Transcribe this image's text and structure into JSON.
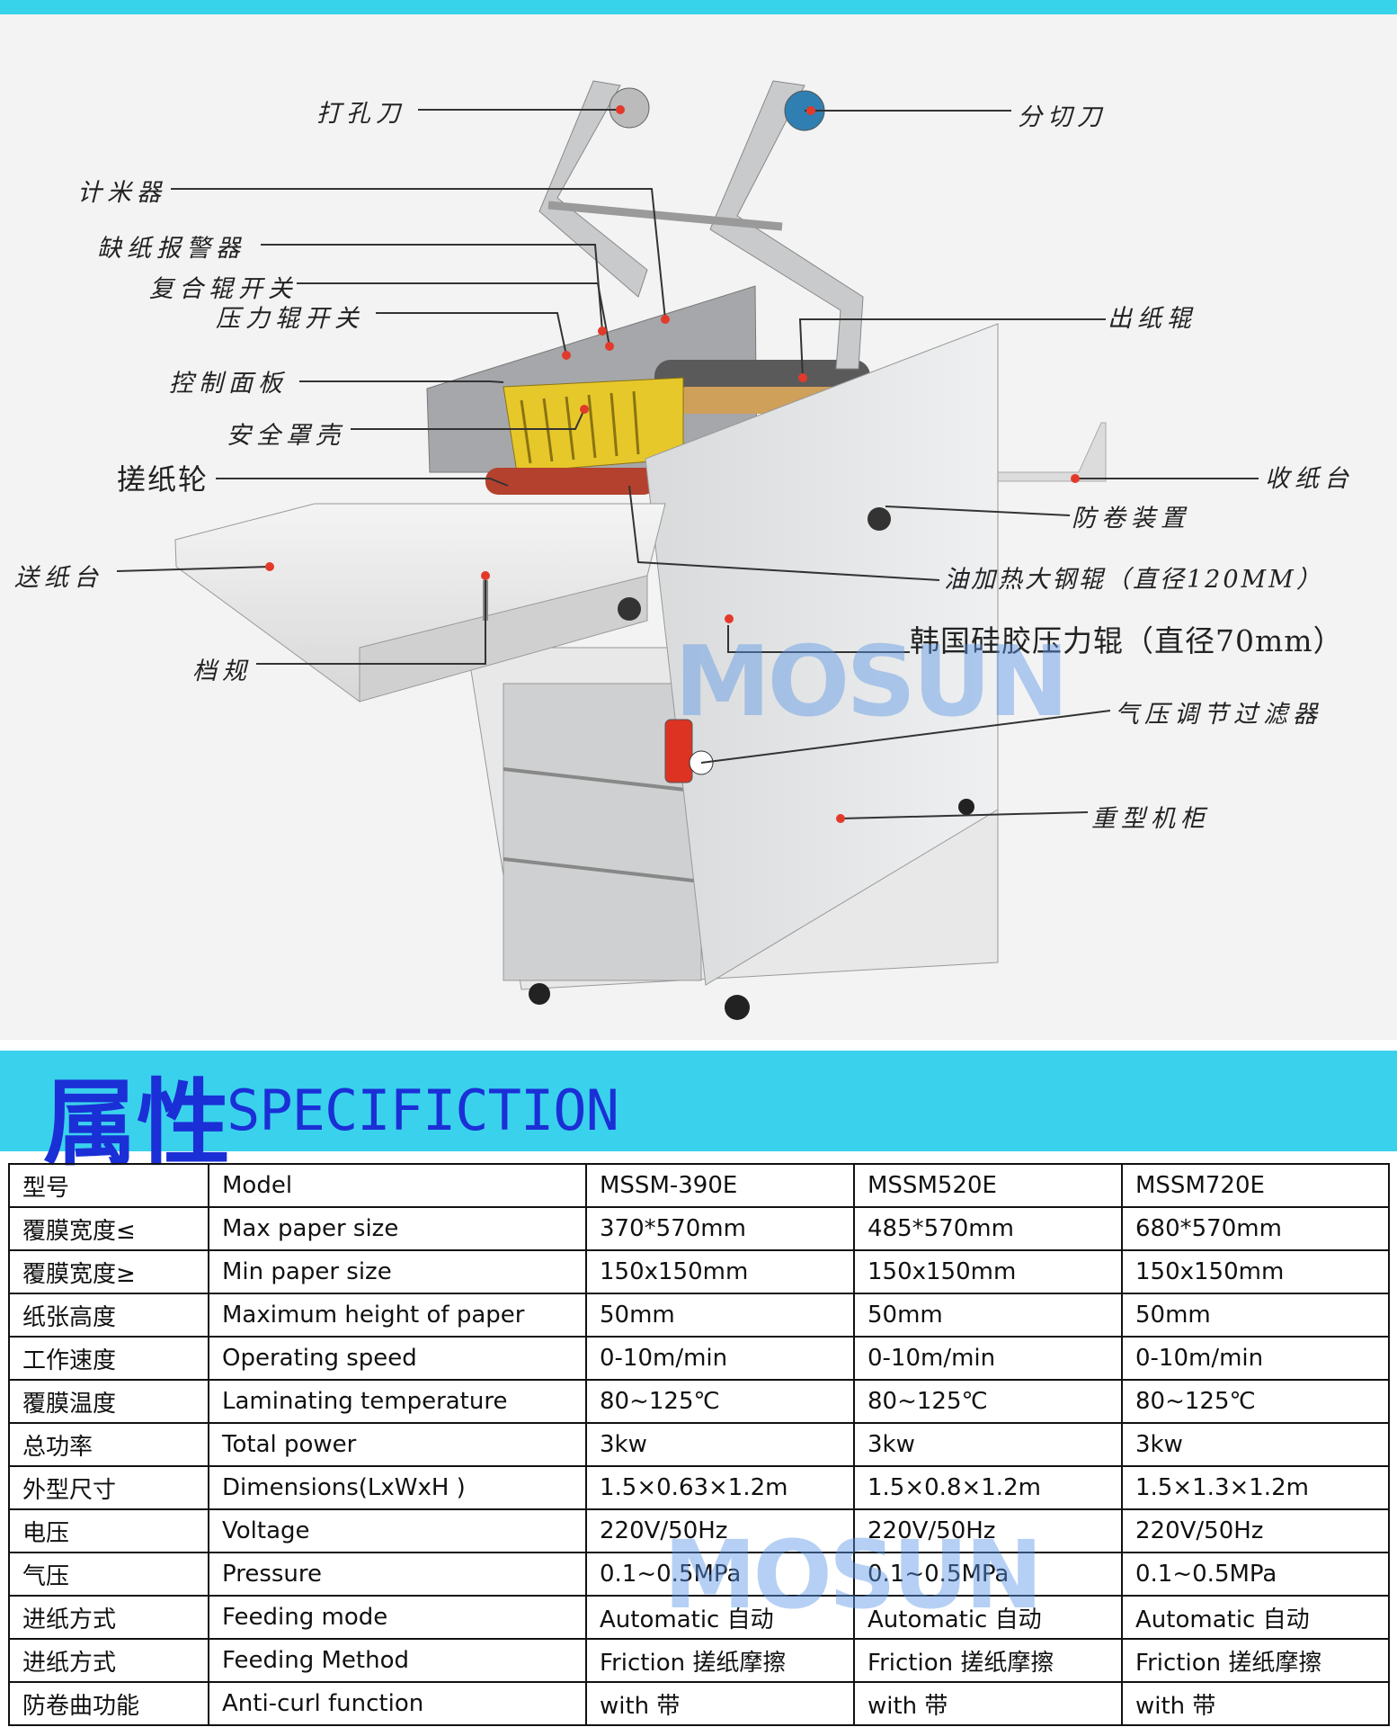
{
  "callouts": {
    "punch_knife": "打孔刀",
    "slitting_knife": "分切刀",
    "meter": "计米器",
    "paper_alarm": "缺纸报警器",
    "laminate_roller_switch": "复合辊开关",
    "pressure_roller_switch": "压力辊开关",
    "exit_roller": "出纸辊",
    "control_panel": "控制面板",
    "safety_cover": "安全罩壳",
    "rubbing_wheel": "搓纸轮",
    "collect_table": "收纸台",
    "anti_curl": "防卷装置",
    "feed_table": "送纸台",
    "steel_roller": "油加热大钢辊（直径120MM）",
    "silicone_roller": "韩国硅胶压力辊（直径70mm）",
    "paper_guide": "档规",
    "air_filter": "气压调节过滤器",
    "cabinet": "重型机柜"
  },
  "watermark": "MOSUN",
  "spec_title": {
    "cn": "属性",
    "en": "SPECIFICTION"
  },
  "spec_table": {
    "rows": [
      [
        "型号",
        "Model",
        "MSSM-390E",
        "MSSM520E",
        "MSSM720E"
      ],
      [
        "覆膜宽度≤",
        "Max paper size",
        "370*570mm",
        "485*570mm",
        "680*570mm"
      ],
      [
        "覆膜宽度≥",
        "Min paper size",
        "150x150mm",
        "150x150mm",
        "150x150mm"
      ],
      [
        "纸张高度",
        "Maximum height of paper",
        "50mm",
        "50mm",
        "50mm"
      ],
      [
        "工作速度",
        "Operating speed",
        "0-10m/min",
        "0-10m/min",
        "0-10m/min"
      ],
      [
        "覆膜温度",
        "Laminating temperature",
        "80~125℃",
        "80~125℃",
        "80~125℃"
      ],
      [
        "总功率",
        "Total power",
        "3kw",
        "3kw",
        "3kw"
      ],
      [
        "外型尺寸",
        "Dimensions(LxWxH )",
        "1.5×0.63×1.2m",
        "1.5×0.8×1.2m",
        "1.5×1.3×1.2m"
      ],
      [
        "电压",
        "Voltage",
        "220V/50Hz",
        "220V/50Hz",
        "220V/50Hz"
      ],
      [
        "气压",
        "Pressure",
        "0.1~0.5MPa",
        "0.1~0.5MPa",
        "0.1~0.5MPa"
      ],
      [
        "进纸方式",
        "Feeding mode",
        "Automatic 自动",
        "Automatic 自动",
        "Automatic 自动"
      ],
      [
        "进纸方式",
        "Feeding Method",
        "Friction 搓纸摩擦",
        "Friction 搓纸摩擦",
        "Friction 搓纸摩擦"
      ],
      [
        "防卷曲功能",
        "Anti-curl function",
        "with 带",
        "with 带",
        "with 带"
      ]
    ]
  }
}
